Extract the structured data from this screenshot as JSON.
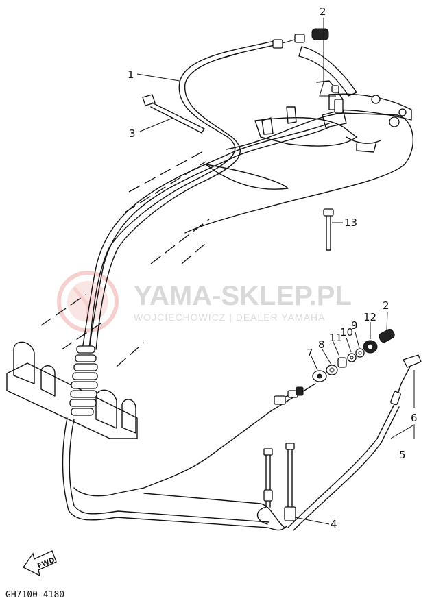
{
  "watermark": {
    "brand": "YAMA-SKLEP.PL",
    "dealer": "WOJCIECHOWICZ | DEALER YAMAHA",
    "logo": "yamaha-tuning-fork-logo",
    "logo_color": "#f2b8b8"
  },
  "labels": {
    "p1": "1",
    "p2_top": "2",
    "p2_right": "2",
    "p3": "3",
    "p4": "4",
    "p5": "5",
    "p6": "6",
    "p7": "7",
    "p8": "8",
    "p9": "9",
    "p10": "10",
    "p11": "11",
    "p12": "12",
    "p13": "13"
  },
  "fwd_badge": "FWD",
  "diagram_code": "GH7100-4180"
}
